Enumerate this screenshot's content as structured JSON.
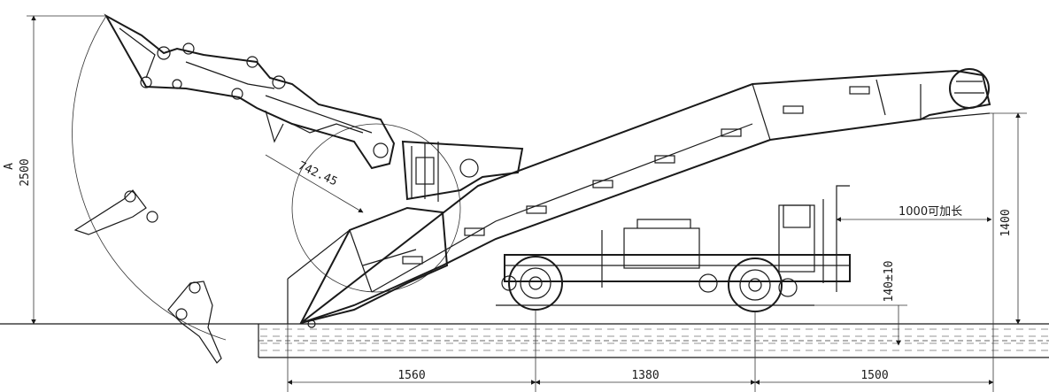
{
  "dimensions": {
    "height_total": "2500",
    "height_label_a": "A",
    "arm_radius": "742.45",
    "extension": "1000可加长",
    "discharge_height": "1400",
    "ground_clearance": "140±10",
    "seg_front": "1560",
    "seg_mid": "1380",
    "seg_rear": "1500"
  },
  "colors": {
    "line": "#1a1a1a",
    "ground_fill": "#f4f4f4"
  }
}
